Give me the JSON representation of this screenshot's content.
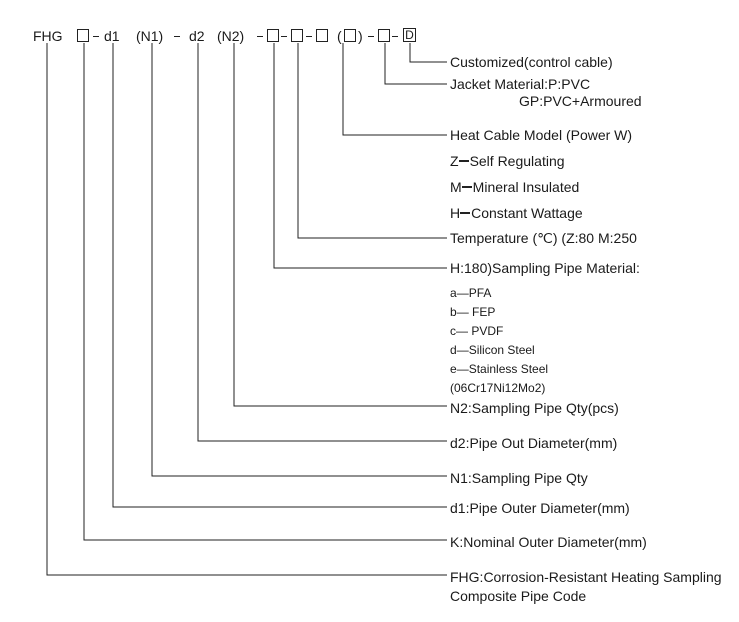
{
  "code": {
    "fhg": "FHG",
    "d1": "d1",
    "n1": "(N1)",
    "d2": "d2",
    "n2": "(N2)",
    "paren_open": "(",
    "paren_close": ")",
    "final_letter": "D"
  },
  "labels": {
    "customized": "Customized(control cable)",
    "jacket": "Jacket Material:P:PVC",
    "jacket_gp": "GP:PVC+Armoured",
    "heat_cable": "Heat Cable Model (Power W)",
    "self_regulating": "Self Regulating",
    "mineral_insulated": "Mineral Insulated",
    "constant_wattage": "Constant Wattage",
    "temperature": "Temperature (℃) (Z:80 M:250",
    "sampling_material": "H:180)Sampling Pipe Material:",
    "n2": "N2:Sampling Pipe Qty(pcs)",
    "d2": "d2:Pipe Out Diameter(mm)",
    "n1": "N1:Sampling Pipe Qty",
    "d1": "d1:Pipe Outer Diameter(mm)",
    "k": "K:Nominal Outer Diameter(mm)",
    "fhg_line1": "FHG:Corrosion-Resistant Heating Sampling",
    "fhg_line2": "Composite Pipe Code"
  },
  "heat_types": {
    "z": "Z",
    "m": "M",
    "h": "H"
  },
  "materials": {
    "a_letter": "a",
    "a_text": "PFA",
    "b_letter": "b",
    "b_text": "FEP",
    "c_letter": "c",
    "c_text": "PVDF",
    "d_letter": "d",
    "d_text": "Silicon Steel",
    "e_letter": "e",
    "e_text": "Stainless Steel",
    "e_spec": "(06Cr17Ni12Mo2)"
  }
}
